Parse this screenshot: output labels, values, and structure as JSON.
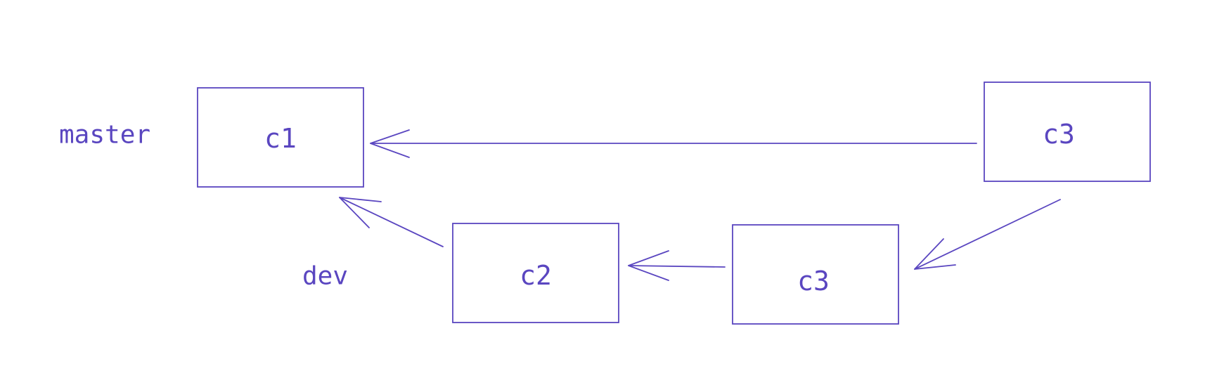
{
  "colors": {
    "stroke": "#5a46c0",
    "text": "#5a46c0"
  },
  "branches": [
    {
      "id": "master",
      "label": "master"
    },
    {
      "id": "dev",
      "label": "dev"
    }
  ],
  "commits": [
    {
      "id": "c1",
      "label": "c1"
    },
    {
      "id": "c2",
      "label": "c2"
    },
    {
      "id": "c3-bottom",
      "label": "c3"
    },
    {
      "id": "c3-top",
      "label": "c3"
    }
  ],
  "edges": [
    {
      "from": "c3-top",
      "to": "c1"
    },
    {
      "from": "c2",
      "to": "c1"
    },
    {
      "from": "c3-bottom",
      "to": "c2"
    },
    {
      "from": "c3-top",
      "to": "c3-bottom"
    }
  ]
}
